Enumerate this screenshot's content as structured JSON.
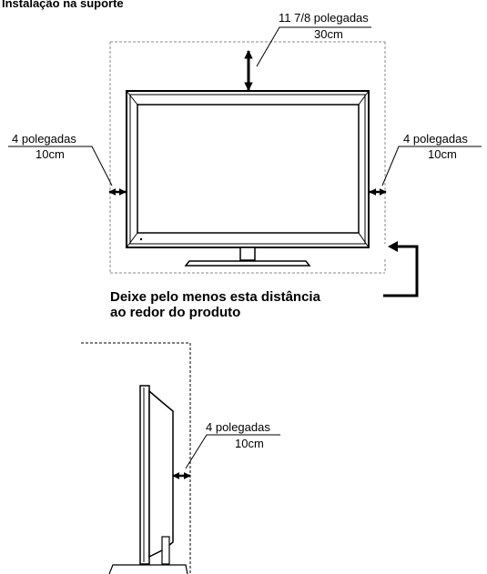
{
  "title": "Instalação na suporte",
  "clearance": {
    "top": {
      "inches": "11 7/8 polegadas",
      "cm": "30cm"
    },
    "left": {
      "inches": "4 polegadas",
      "cm": "10cm"
    },
    "right": {
      "inches": "4 polegadas",
      "cm": "10cm"
    },
    "back": {
      "inches": "4 polegadas",
      "cm": "10cm"
    }
  },
  "note": {
    "line1": "Deixe pelo menos esta distância",
    "line2": "ao redor do produto"
  }
}
